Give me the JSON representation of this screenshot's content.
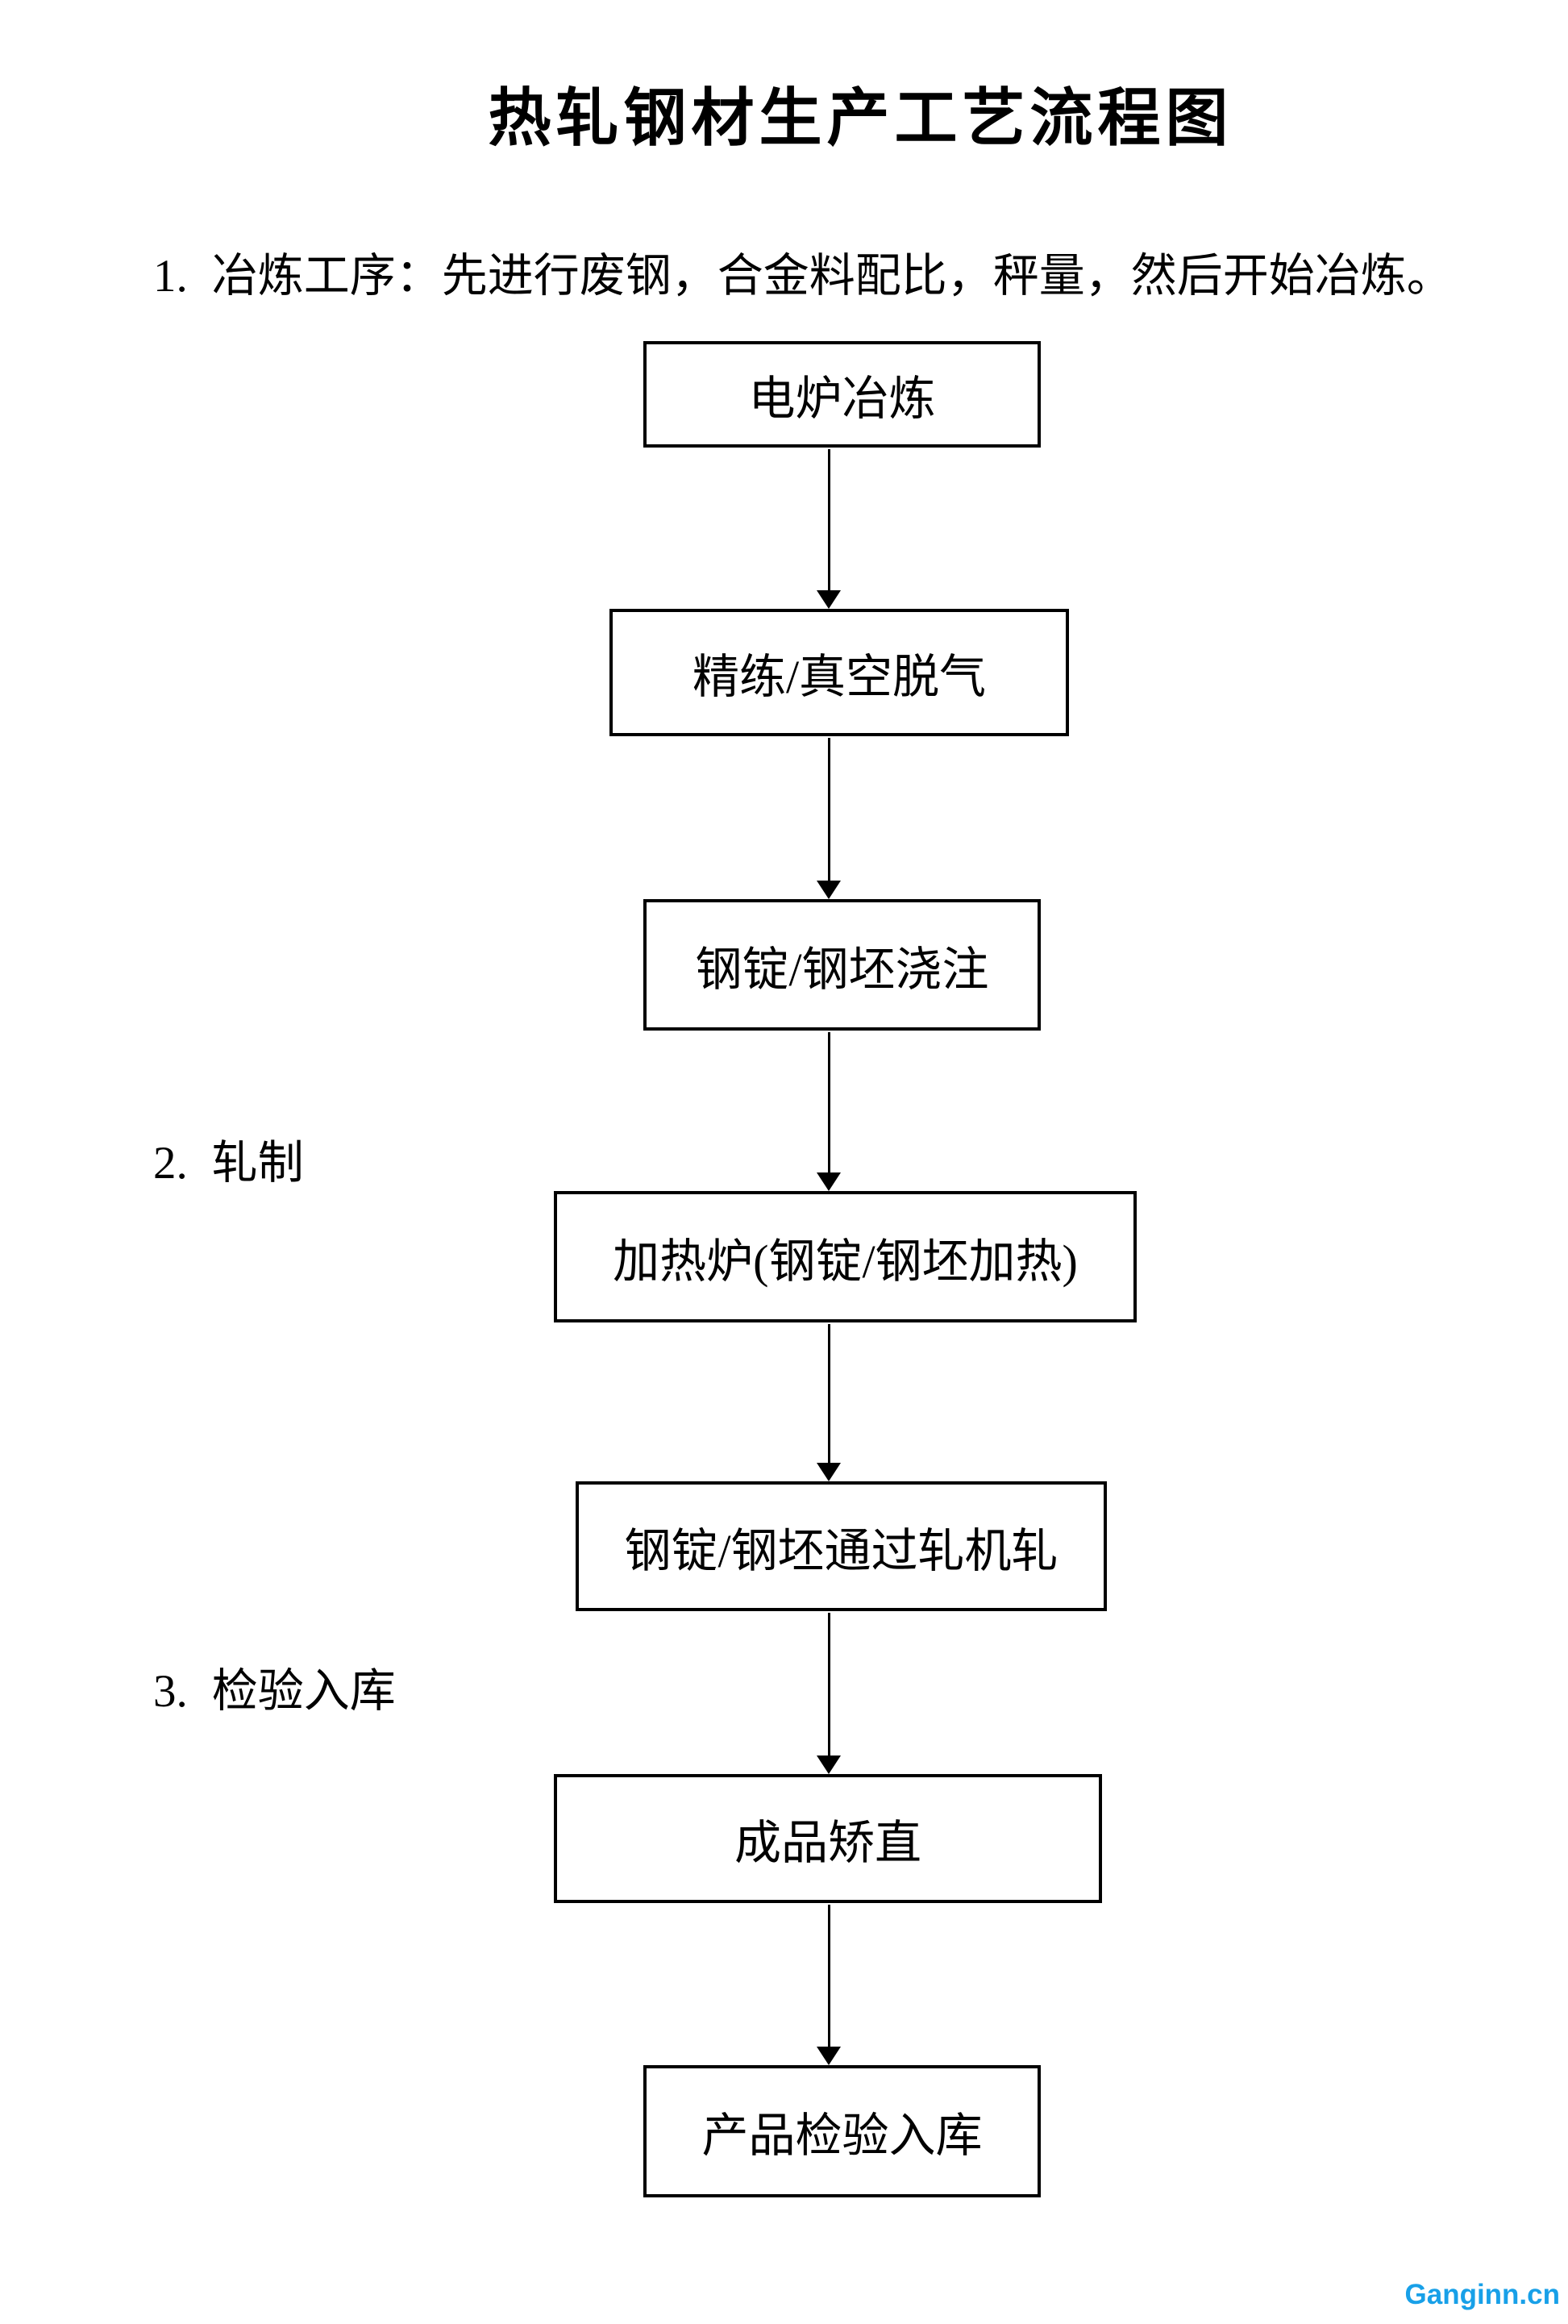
{
  "page": {
    "title": "热轧钢材生产工艺流程图",
    "background_color": "#ffffff",
    "text_color": "#000000",
    "box_border_color": "#000000"
  },
  "annotations": [
    {
      "number": "1.",
      "text": "冶炼工序：先进行废钢，合金料配比，秤量，然后开始冶炼。"
    },
    {
      "number": "2.",
      "text": "轧制"
    },
    {
      "number": "3.",
      "text": "检验入库"
    }
  ],
  "flow": {
    "type": "flowchart",
    "direction": "top-to-bottom",
    "connector_style": "solid-line-filled-arrowhead",
    "steps": [
      {
        "label": "电炉冶炼"
      },
      {
        "label": "精练/真空脱气"
      },
      {
        "label": "钢锭/钢坯浇注"
      },
      {
        "label": "加热炉(钢锭/钢坯加热)"
      },
      {
        "label": "钢锭/钢坯通过轧机轧"
      },
      {
        "label": "成品矫直"
      },
      {
        "label": "产品检验入库"
      }
    ]
  },
  "watermark": {
    "text": "Ganginn.cn",
    "color": "#18a0e8"
  }
}
